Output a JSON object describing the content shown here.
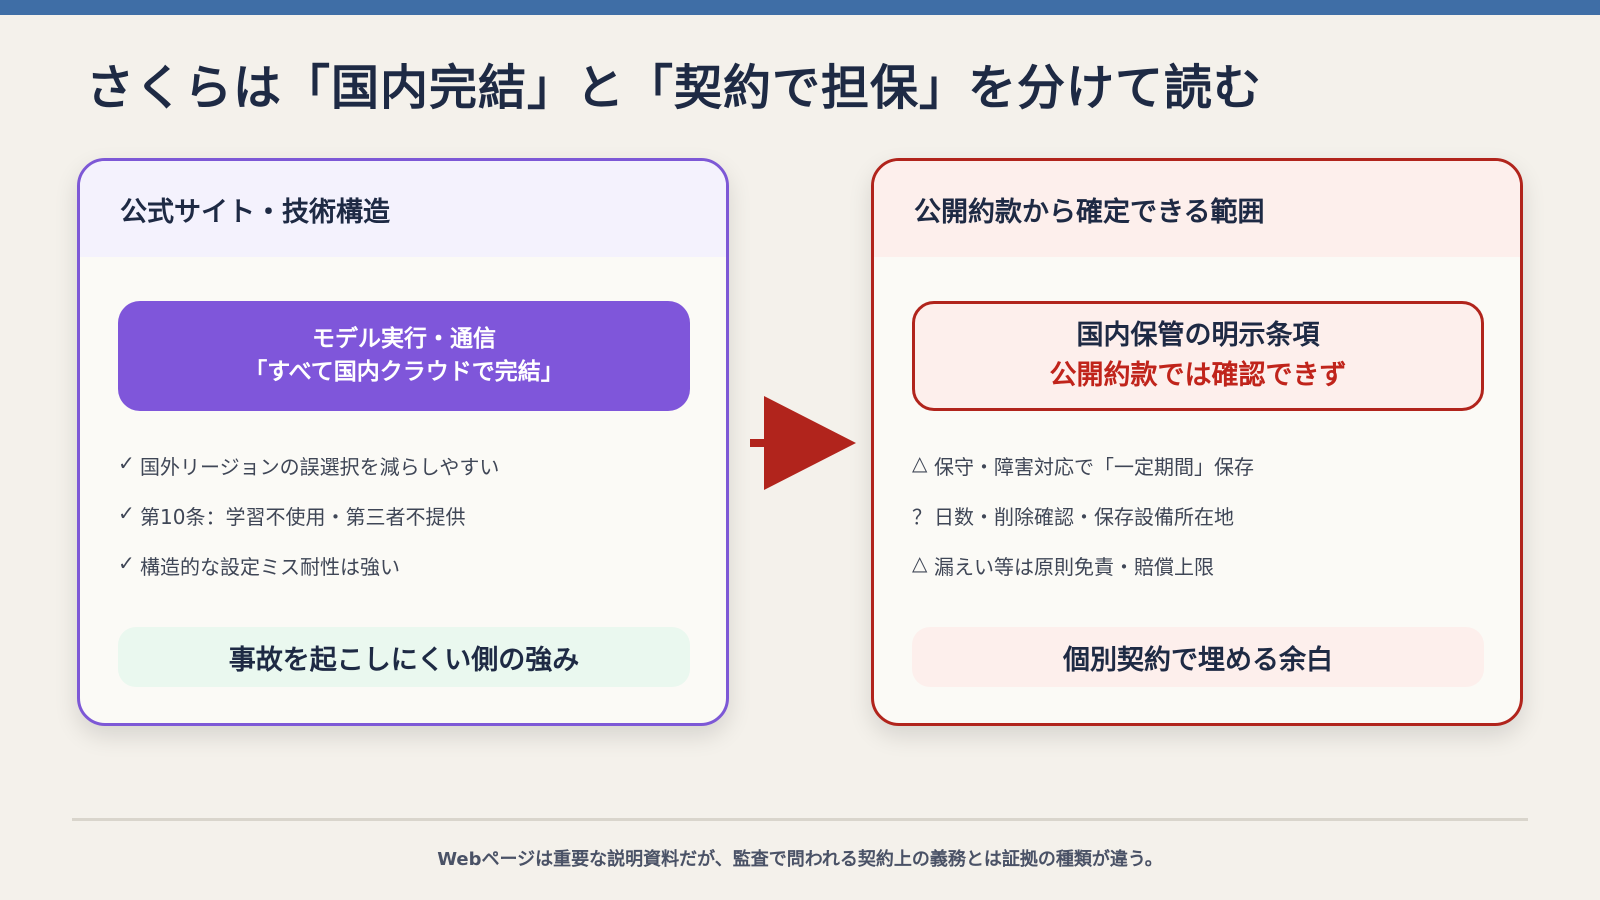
{
  "title": "さくらは「国内完結」と「契約で担保」を分けて読む",
  "colors": {
    "top_bar": "#3f6ea6",
    "left_accent": "#7d58d6",
    "right_accent": "#b1241c",
    "arrow": "#b1241c"
  },
  "left_panel": {
    "header": "公式サイト・技術構造",
    "hero": {
      "line1": "モデル実行・通信",
      "line2": "「すべて国内クラウドで完結」"
    },
    "items": [
      {
        "mark": "✓",
        "text": "国外リージョンの誤選択を減らしやすい"
      },
      {
        "mark": "✓",
        "text": "第10条：学習不使用・第三者不提供"
      },
      {
        "mark": "✓",
        "text": "構造的な設定ミス耐性は強い"
      }
    ],
    "footer": "事故を起こしにくい側の強み"
  },
  "right_panel": {
    "header": "公開約款から確定できる範囲",
    "hero": {
      "line1": "国内保管の明示条項",
      "line2": "公開約款では確認できず"
    },
    "items": [
      {
        "mark": "△",
        "text": "保守・障害対応で「一定期間」保存"
      },
      {
        "mark": "？",
        "text": "日数・削除確認・保存設備所在地"
      },
      {
        "mark": "△",
        "text": "漏えい等は原則免責・賠償上限"
      }
    ],
    "footer": "個別契約で埋める余白"
  },
  "footnote": "Webページは重要な説明資料だが、監査で問われる契約上の義務とは証拠の種類が違う。"
}
